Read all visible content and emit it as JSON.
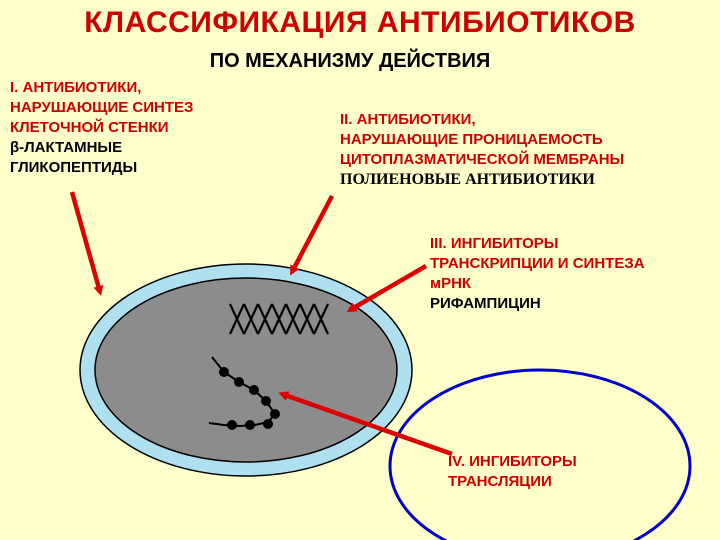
{
  "title": "КЛАССИФИКАЦИЯ АНТИБИОТИКОВ",
  "subtitle": "ПО МЕХАНИЗМУ ДЕЙСТВИЯ",
  "group1": {
    "lines": [
      "I. АНТИБИОТИКИ,",
      "НАРУШАЮЩИЕ СИНТЕЗ",
      "КЛЕТОЧНОЙ СТЕНКИ"
    ],
    "examples": [
      "β-ЛАКТАМНЫЕ",
      "ГЛИКОПЕПТИДЫ"
    ]
  },
  "group2": {
    "lines": [
      "II. АНТИБИОТИКИ,",
      "НАРУШАЮЩИЕ ПРОНИЦАЕМОСТЬ",
      "ЦИТОПЛАЗМАТИЧЕСКОЙ МЕМБРАНЫ"
    ],
    "examples": [
      "ПОЛИЕНОВЫЕ АНТИБИОТИКИ"
    ]
  },
  "group3": {
    "lines": [
      "III. ИНГИБИТОРЫ",
      "ТРАНСКРИПЦИИ И СИНТЕЗА",
      "мРНК"
    ],
    "examples": [
      "РИФАМПИЦИН"
    ]
  },
  "group4": {
    "lines": [
      "IV. ИНГИБИТОРЫ",
      "ТРАНСЛЯЦИИ"
    ]
  },
  "colors": {
    "background": "#ffffcc",
    "accent_red": "#cc0000",
    "cell_fill": "#8c8c8c",
    "cell_wall": "#aee0f0",
    "ring_blue": "#0000cc"
  }
}
